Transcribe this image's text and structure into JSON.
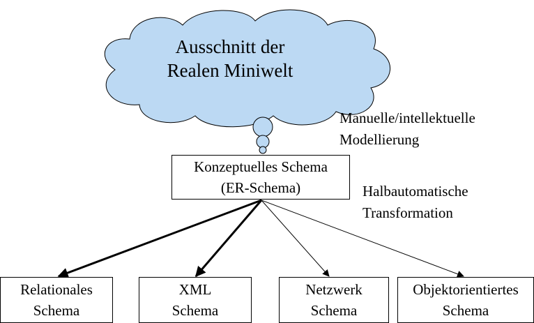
{
  "colors": {
    "cloud_fill": "#bcd9f3",
    "stroke": "#000000",
    "background": "#ffffff"
  },
  "cloud": {
    "line1": "Ausschnitt der",
    "line2": "Realen Miniwelt"
  },
  "notes": {
    "modelling": {
      "line1": "Manuelle/intellektuelle",
      "line2": "Modellierung"
    },
    "transformation": {
      "line1": "Halbautomatische",
      "line2": "Transformation"
    }
  },
  "conceptual_schema": {
    "line1": "Konzeptuelles Schema",
    "line2": "(ER-Schema)"
  },
  "targets": [
    {
      "line1": "Relationales",
      "line2": "Schema",
      "arrow": "bold"
    },
    {
      "line1": "XML",
      "line2": "Schema",
      "arrow": "bold"
    },
    {
      "line1": "Netzwerk",
      "line2": "Schema",
      "arrow": "thin"
    },
    {
      "line1": "Objektorientiertes",
      "line2": "Schema",
      "arrow": "thin"
    }
  ]
}
